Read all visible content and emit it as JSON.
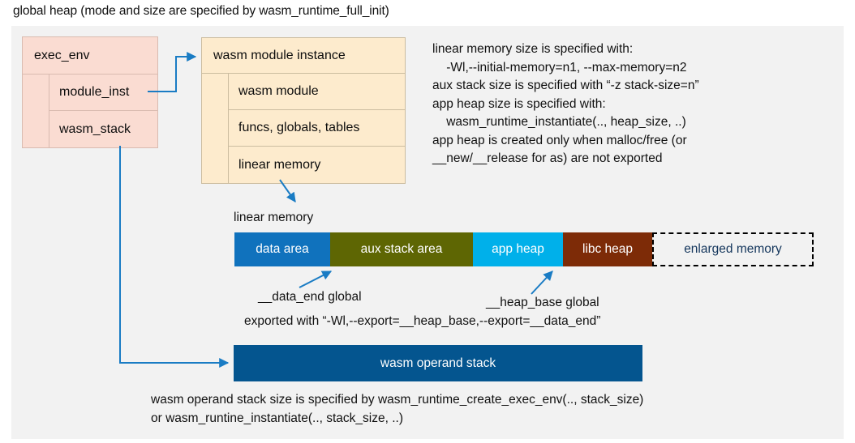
{
  "title": "global heap (mode and size are specified by wasm_runtime_full_init)",
  "exec_env": {
    "header": "exec_env",
    "rows": [
      "module_inst",
      "wasm_stack"
    ]
  },
  "module_instance": {
    "header": "wasm module instance",
    "rows": [
      "wasm module",
      "funcs, globals, tables",
      "linear memory"
    ]
  },
  "notes": {
    "right_block": "linear memory size is specified with:\n    -Wl,--initial-memory=n1, --max-memory=n2\naux stack size is specified with “-z stack-size=n”\napp heap size is specified with:\n    wasm_runtime_instantiate(.., heap_size, ..)\napp heap is created only when malloc/free (or\n__new/__release for as) are not exported",
    "bottom_block": "wasm operand stack size is specified by wasm_runtime_create_exec_env(.., stack_size)\nor wasm_runtine_instantiate(.., stack_size, ..)"
  },
  "linear_memory": {
    "label": "linear memory",
    "segments": [
      {
        "label": "data area",
        "color": "#1072bd",
        "width": 118
      },
      {
        "label": "aux stack area",
        "color": "#5e6603",
        "width": 176
      },
      {
        "label": "app heap",
        "color": "#00b0ea",
        "width": 111
      },
      {
        "label": "libc heap",
        "color": "#7d2b07",
        "width": 110
      },
      {
        "label": "enlarged memory",
        "color": "#f2f2f2",
        "width": 199
      }
    ]
  },
  "annotations": {
    "data_end": "__data_end global",
    "heap_base": "__heap_base global",
    "exported_with": "exported with “-Wl,--export=__heap_base,--export=__data_end”"
  },
  "operand_stack": {
    "label": "wasm operand stack",
    "color": "#04558f"
  },
  "colors": {
    "wire": "#1a7cc4",
    "canvas": "#f2f2f2",
    "pink": "#fadcd2",
    "cream": "#fdebcd"
  }
}
